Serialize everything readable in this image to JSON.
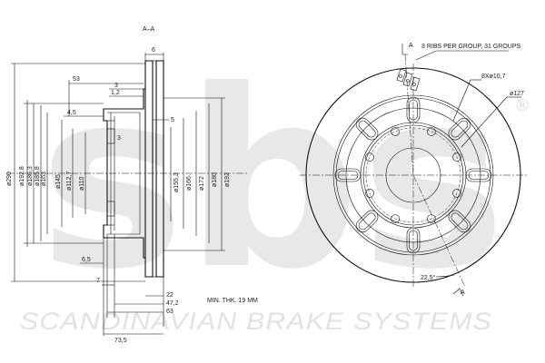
{
  "section_label": "A–A",
  "front_view": {
    "ribs_note": "3 RIBS PER GROUP,  31 GROUPS",
    "holes_label": "8Xø10,7",
    "bolt_circle_label": "ø127",
    "angle_label": "22,5°",
    "section_marker_top": "A",
    "section_marker_bottom": "A"
  },
  "section_view": {
    "dims_top": [
      "6",
      "53",
      "3",
      "1,2",
      "4,5",
      "5",
      "3"
    ],
    "dims_left_diameters": [
      "ø290",
      "ø192,8",
      "ø186,3",
      "ø185,8",
      "ø163",
      "ø145",
      "ø112,7",
      "ø110"
    ],
    "dims_right_diameters": [
      "ø155,3",
      "ø166",
      "ø172",
      "ø180",
      "ø192"
    ],
    "dims_bottom": [
      "6,5",
      "7",
      "22",
      "47,2",
      "63",
      "73,5"
    ],
    "min_thickness": "MIN. THK. 19 MM"
  },
  "watermark": {
    "logo": "sbs",
    "registered_mark": "®",
    "tagline": "SCANDINAVIAN BRAKE SYSTEMS"
  }
}
